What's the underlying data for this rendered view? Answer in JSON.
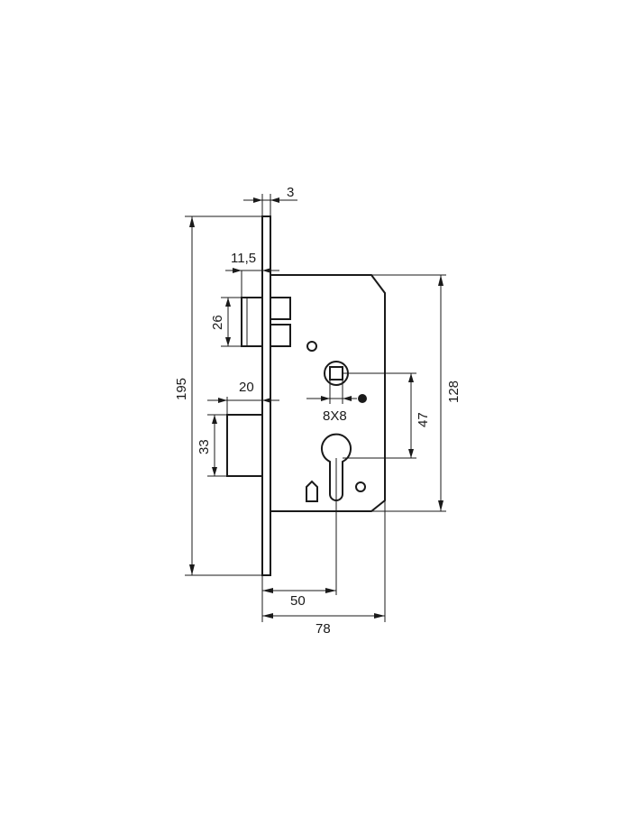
{
  "dimensions": {
    "faceplate_thickness": "3",
    "latch_projection": "11,5",
    "latch_height": "26",
    "total_height": "195",
    "deadbolt_projection": "20",
    "deadbolt_height": "33",
    "case_height": "128",
    "follower_square": "8X8",
    "follower_to_cylinder": "47",
    "backset": "50",
    "case_depth": "78"
  },
  "colors": {
    "line": "#1a1a1a",
    "background": "#ffffff"
  }
}
